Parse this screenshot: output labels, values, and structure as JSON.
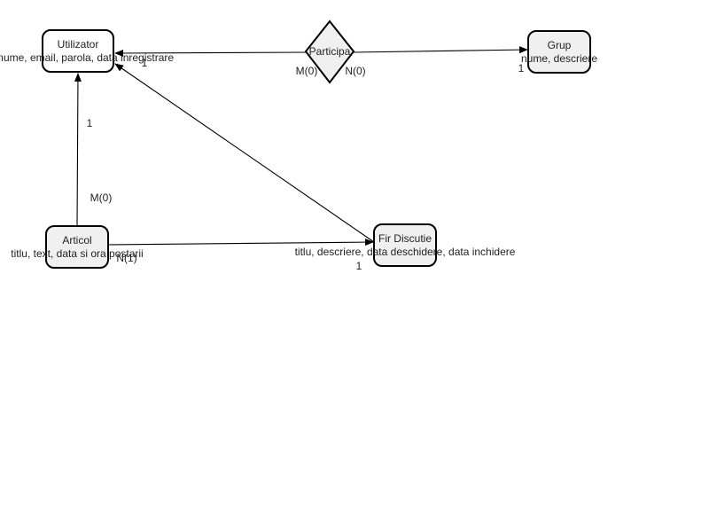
{
  "entities": {
    "utilizator": {
      "name": "Utilizator",
      "attributes": "prenume, email, parola, data inregistrare"
    },
    "grup": {
      "name": "Grup",
      "attributes": "nume, descriere"
    },
    "articol": {
      "name": "Articol",
      "attributes": "titlu, text, data si ora postarii"
    },
    "fir_discutie": {
      "name": "Fir Discutie",
      "attributes": "titlu, descriere, data deschidere, data inchidere"
    }
  },
  "relationships": {
    "participa": {
      "name": "Participa"
    }
  },
  "cardinalities": {
    "participa_to_utilizator": "1",
    "participa_left": "M(0)",
    "participa_right": "N(0)",
    "participa_to_grup": "1",
    "articol_to_utilizator": "1",
    "articol_from_utilizator": "M(0)",
    "articol_to_fir": "N(1)",
    "fir_to_articol": "1"
  },
  "colors": {
    "stroke": "#000000",
    "entity_fill": "#ffffff",
    "entity_fill_grey": "#f0f0f0",
    "relationship_fill": "#f0f0f0"
  }
}
